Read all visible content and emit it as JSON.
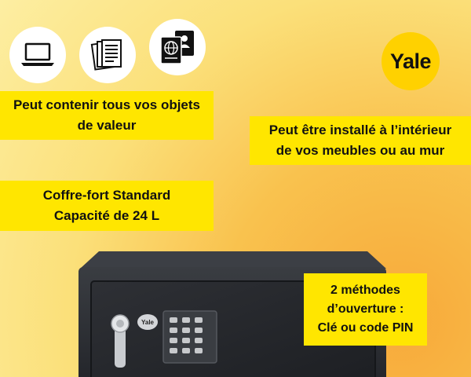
{
  "icons": [
    {
      "name": "laptop-icon"
    },
    {
      "name": "documents-icon"
    },
    {
      "name": "passport-icon"
    }
  ],
  "brand": {
    "logo_text": "Yale",
    "badge_text": "Yale",
    "color": "#ffd100"
  },
  "banners": {
    "contents": {
      "line1": "Peut contenir tous vos objets",
      "line2": "de valeur"
    },
    "install": {
      "line1": "Peut être installé à l’intérieur",
      "line2": "de vos meubles ou au mur"
    },
    "capacity": {
      "line1": "Coffre-fort Standard",
      "line2": "Capacité de 24 L"
    },
    "opening": {
      "line1": "2 méthodes",
      "line2": "d’ouverture :",
      "line3": "Clé ou code PIN"
    }
  },
  "colors": {
    "banner": "#ffe600",
    "safe_body": "#2b2d31"
  }
}
